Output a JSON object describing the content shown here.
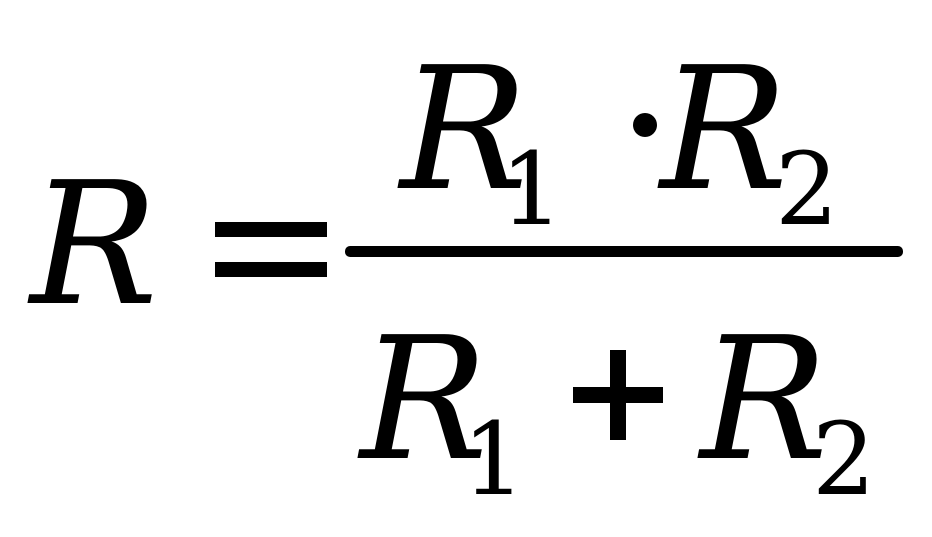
{
  "formula": {
    "lhs": "R",
    "equals": "=",
    "numerator": {
      "first": {
        "base": "R",
        "sub": "1"
      },
      "operator": "·",
      "second": {
        "base": "R",
        "sub": "2"
      }
    },
    "denominator": {
      "first": {
        "base": "R",
        "sub": "1"
      },
      "operator": "+",
      "second": {
        "base": "R",
        "sub": "2"
      }
    }
  }
}
